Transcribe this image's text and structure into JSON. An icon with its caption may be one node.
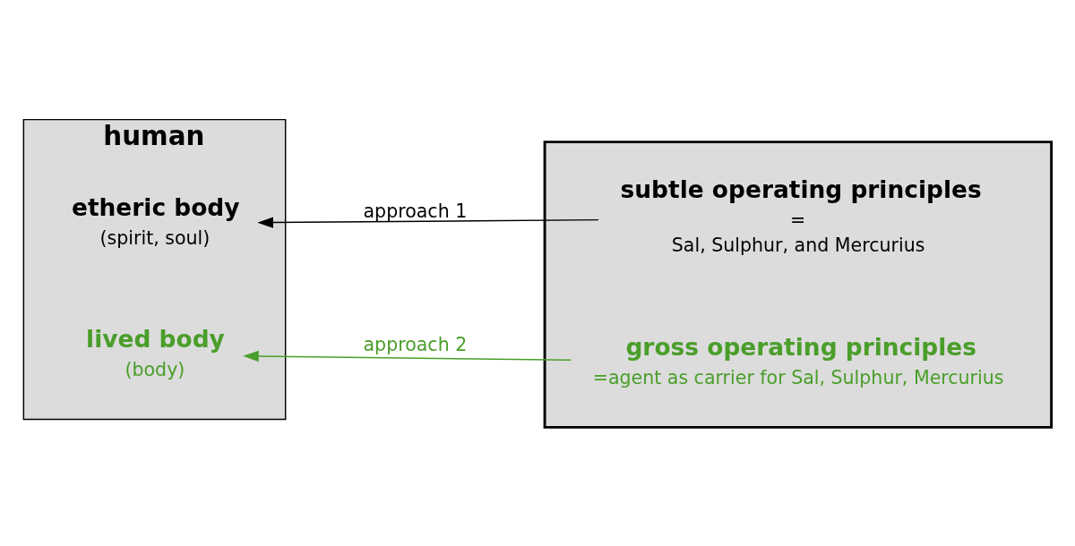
{
  "diagram": {
    "nodes": [
      {
        "text": [
          "human"
        ]
      },
      {
        "text": [
          "etheric body",
          "(spirit, soul)"
        ],
        "in": 0
      },
      {
        "text": [
          "lived body",
          "(body)"
        ],
        "in": 0
      },
      {
        "text": [],
        "shape": "triangle"
      },
      {
        "text": [
          "subtle operating principles",
          "=",
          "Sal, Sulphur, and Mercurius"
        ],
        "in": 3
      },
      {
        "text": [
          "gross operating principles",
          "=agent as carrier for Sal, Sulphur, Mercurius"
        ],
        "in": 3
      }
    ],
    "edges": [
      {
        "from": 4,
        "to": 1,
        "arrow": "to",
        "label": "approach 1"
      },
      {
        "from": 5,
        "to": 2,
        "arrow": "to",
        "label": "approach 2",
        "color": "#4a9e2a"
      }
    ]
  }
}
